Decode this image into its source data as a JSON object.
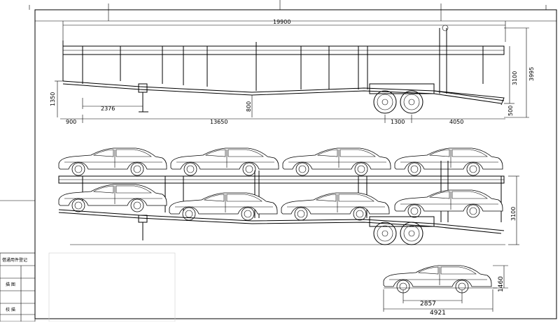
{
  "drawing": {
    "side_view_dims": {
      "overall_length": "19900",
      "overall_height": "3995",
      "deck_height": "3100",
      "front_height": "1350",
      "kingpin_offset": "2376",
      "mid_height": "800",
      "wheel_radius": "500",
      "front_overhang": "900",
      "wheelbase_main": "13650",
      "axle_spacing": "1300",
      "rear_overhang": "4050"
    },
    "loaded_view_dims": {
      "deck_height": "3100"
    },
    "car_dims": {
      "wheelbase": "2857",
      "length": "4921",
      "height": "1460"
    },
    "title_block": {
      "row1": "借通用件登记",
      "row2": "描 图",
      "row3": "校 描"
    }
  }
}
